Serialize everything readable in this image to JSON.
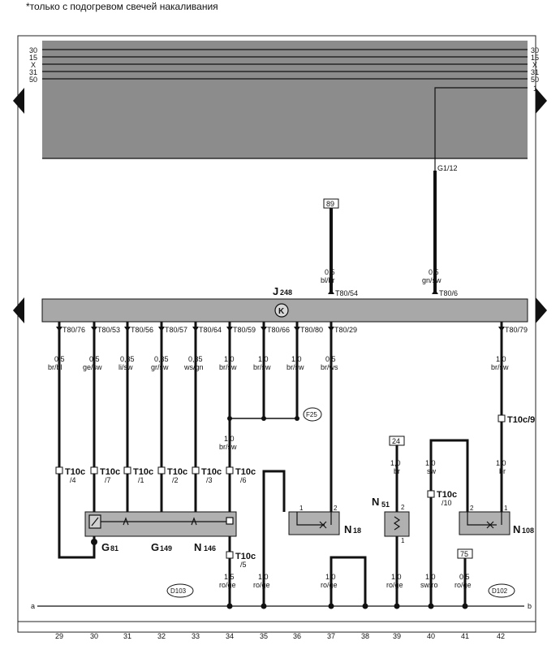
{
  "note": "*только с подогревом свечей накаливания",
  "bus_labels": [
    "30",
    "15",
    "X",
    "31",
    "50"
  ],
  "bus_right_extra": "1",
  "relay_pin": "G1/12",
  "ecu": {
    "name": "J",
    "sub": "248",
    "badge": "K"
  },
  "top_wires": [
    {
      "box": "89",
      "size": "0,5",
      "color": "bl/br",
      "pin": "T80/54"
    },
    {
      "size": "0,5",
      "color": "gn/sw",
      "pin": "T80/6"
    }
  ],
  "wires": [
    {
      "pin": "T80/76",
      "size": "0,5",
      "color": "br/bl",
      "conn": "/4"
    },
    {
      "pin": "T80/53",
      "size": "0,5",
      "color": "ge/sw",
      "conn": "/7"
    },
    {
      "pin": "T80/56",
      "size": "0,35",
      "color": "li/sw",
      "conn": "/1"
    },
    {
      "pin": "T80/57",
      "size": "0,35",
      "color": "gr/sw",
      "conn": "/2"
    },
    {
      "pin": "T80/64",
      "size": "0,35",
      "color": "ws/gn",
      "conn": "/3"
    },
    {
      "pin": "T80/59",
      "size": "1,0",
      "color": "br/sw",
      "conn": "/6"
    },
    {
      "pin": "T80/66",
      "size": "1,0",
      "color": "br/sw"
    },
    {
      "pin": "T80/80",
      "size": "1,0",
      "color": "br/sw"
    },
    {
      "pin": "T80/29",
      "size": "0,5",
      "color": "br/ws"
    },
    {
      "pin": "T80/79",
      "size": "1,0",
      "color": "br/sw"
    }
  ],
  "connector": "T10c",
  "fuse": "F25",
  "mid_label": {
    "size": "1,0",
    "color": "br/sw"
  },
  "right_connector": "T10c/9",
  "right_mid": {
    "size": "1,0",
    "color": "br"
  },
  "box24": "24",
  "n51_top": {
    "size": "1,0",
    "color": "br"
  },
  "sw_wire": {
    "size": "1,0",
    "color": "sw"
  },
  "t10c10": "T10c",
  "t10c10_sub": "/10",
  "components": {
    "g81": "G",
    "g81_sub": "81",
    "g149": "G",
    "g149_sub": "149",
    "n146": "N",
    "n146_sub": "146",
    "n18": "N",
    "n18_sub": "18",
    "n51": "N",
    "n51_sub": "51",
    "n108": "N",
    "n108_sub": "108"
  },
  "t10c5": "T10c",
  "t10c5_sub": "/5",
  "bottom_wires": [
    {
      "size": "1,5",
      "color": "ro/ge"
    },
    {
      "size": "1,0",
      "color": "ro/ge"
    },
    {
      "size": "1,0",
      "color": "ro/ge"
    },
    {
      "size": "1,0",
      "color": "ro/ge"
    },
    {
      "size": "1,0",
      "color": "sw/ro"
    },
    {
      "size": "0,5",
      "color": "ro/ge"
    }
  ],
  "box75": "75",
  "d103": "D103",
  "d102": "D102",
  "ground_a": "a",
  "ground_b": "b",
  "pin1": "1",
  "pin2": "2",
  "track_numbers": [
    "29",
    "30",
    "31",
    "32",
    "33",
    "34",
    "35",
    "36",
    "37",
    "38",
    "39",
    "40",
    "41",
    "42"
  ],
  "colors": {
    "bus_fill": "#8c8c8c",
    "ecu_fill": "#a8a8a8",
    "component_fill": "#b0b0b0",
    "line": "#111111"
  }
}
